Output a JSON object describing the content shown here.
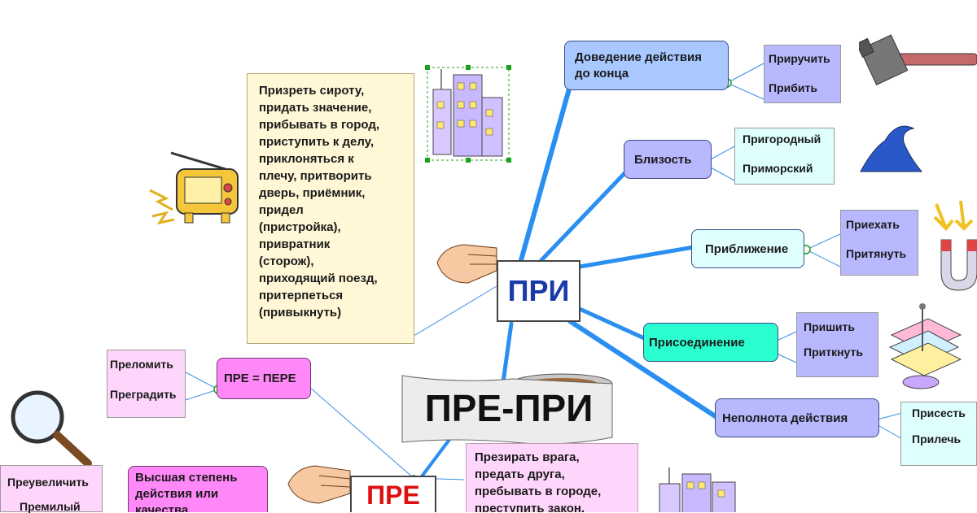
{
  "center": {
    "title": "ПРЕ-ПРИ"
  },
  "pri": {
    "label": "ПРИ",
    "examples": "Призреть сироту,\nпридать значение,\nприбывать в город,\nприступить к делу,\nприклоняться к\nплечу, притворить\nдверь, приёмник,\nпридел\n(пристройка),\nпривратник\n(сторож),\nприходящий поезд,\nпритерпеться\n(привыкнуть)",
    "branches": [
      {
        "label": "Доведение действия до конца",
        "leaves": [
          "Приручить",
          "Прибить"
        ]
      },
      {
        "label": "Близость",
        "leaves": [
          "Пригородный",
          "Приморский"
        ]
      },
      {
        "label": "Приближение",
        "leaves": [
          "Приехать",
          "Притянуть"
        ]
      },
      {
        "label": "Присоединение",
        "leaves": [
          "Пришить",
          "Приткнуть"
        ]
      },
      {
        "label": "Неполнота действия",
        "leaves": [
          "Присесть",
          "Прилечь"
        ]
      }
    ]
  },
  "pre": {
    "label": "ПРЕ",
    "examples": "Презирать врага,\nпредать друга,\nпребывать в городе,\nпреступить закон,",
    "branches": [
      {
        "label": "ПРЕ = ПЕРЕ",
        "leaves": [
          "Преломить",
          "Преградить"
        ]
      },
      {
        "label": "Высшая степень действия или качества",
        "leaves": [
          "Преувеличить",
          "Премилый"
        ]
      }
    ]
  },
  "colors": {
    "line": "#2a8ff0",
    "pre_node": "#ff88f8",
    "pre_leaf": "#ffd6fb",
    "blue_node": "#a8c8ff",
    "lavender": "#b8b8ff",
    "cyan_node": "#dfffff",
    "green_node": "#2affd0",
    "note_yellow": "#fff7d6"
  },
  "icons": [
    "radio-icon",
    "buildings-icon",
    "hammer-icon",
    "wave-icon",
    "magnet-icon",
    "paper-stack-icon",
    "magnifier-icon",
    "hand-icon"
  ]
}
